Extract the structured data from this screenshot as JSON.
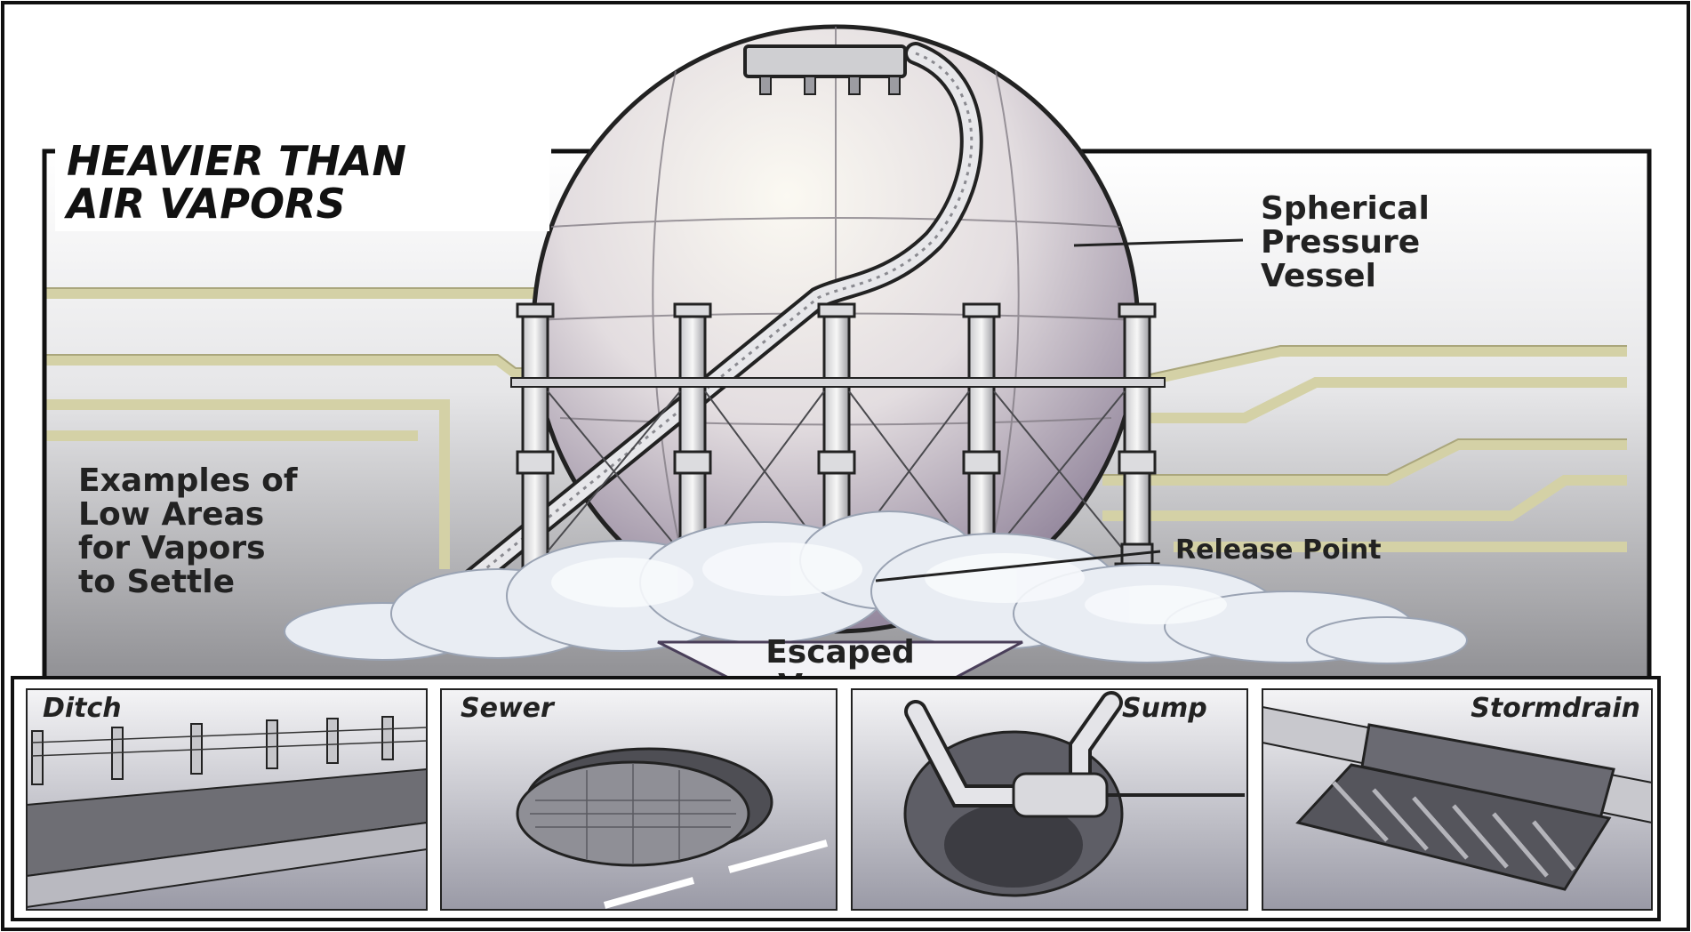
{
  "title": {
    "line1": "HEAVIER THAN",
    "line2": "AIR VAPORS"
  },
  "labels": {
    "vessel": {
      "line1": "Spherical",
      "line2": "Pressure",
      "line3": "Vessel"
    },
    "release_point": "Release Point",
    "low_areas": {
      "line1": "Examples of",
      "line2": "Low Areas",
      "line3": "for Vapors",
      "line4": "to Settle"
    },
    "escaped": {
      "line1": "Escaped",
      "line2": "Vapors"
    }
  },
  "panels": [
    {
      "id": "ditch",
      "label": "Ditch"
    },
    {
      "id": "sewer",
      "label": "Sewer"
    },
    {
      "id": "sump",
      "label": "Sump"
    },
    {
      "id": "stormdrain",
      "label": "Stormdrain"
    }
  ],
  "colors": {
    "frame": "#111111",
    "pipe": "#d9d7b0",
    "pipe_edge": "#a6a37a",
    "vessel_light": "#f4f1e8",
    "vessel_dark": "#9c8fa3",
    "cloud": "#e8ecf2"
  }
}
